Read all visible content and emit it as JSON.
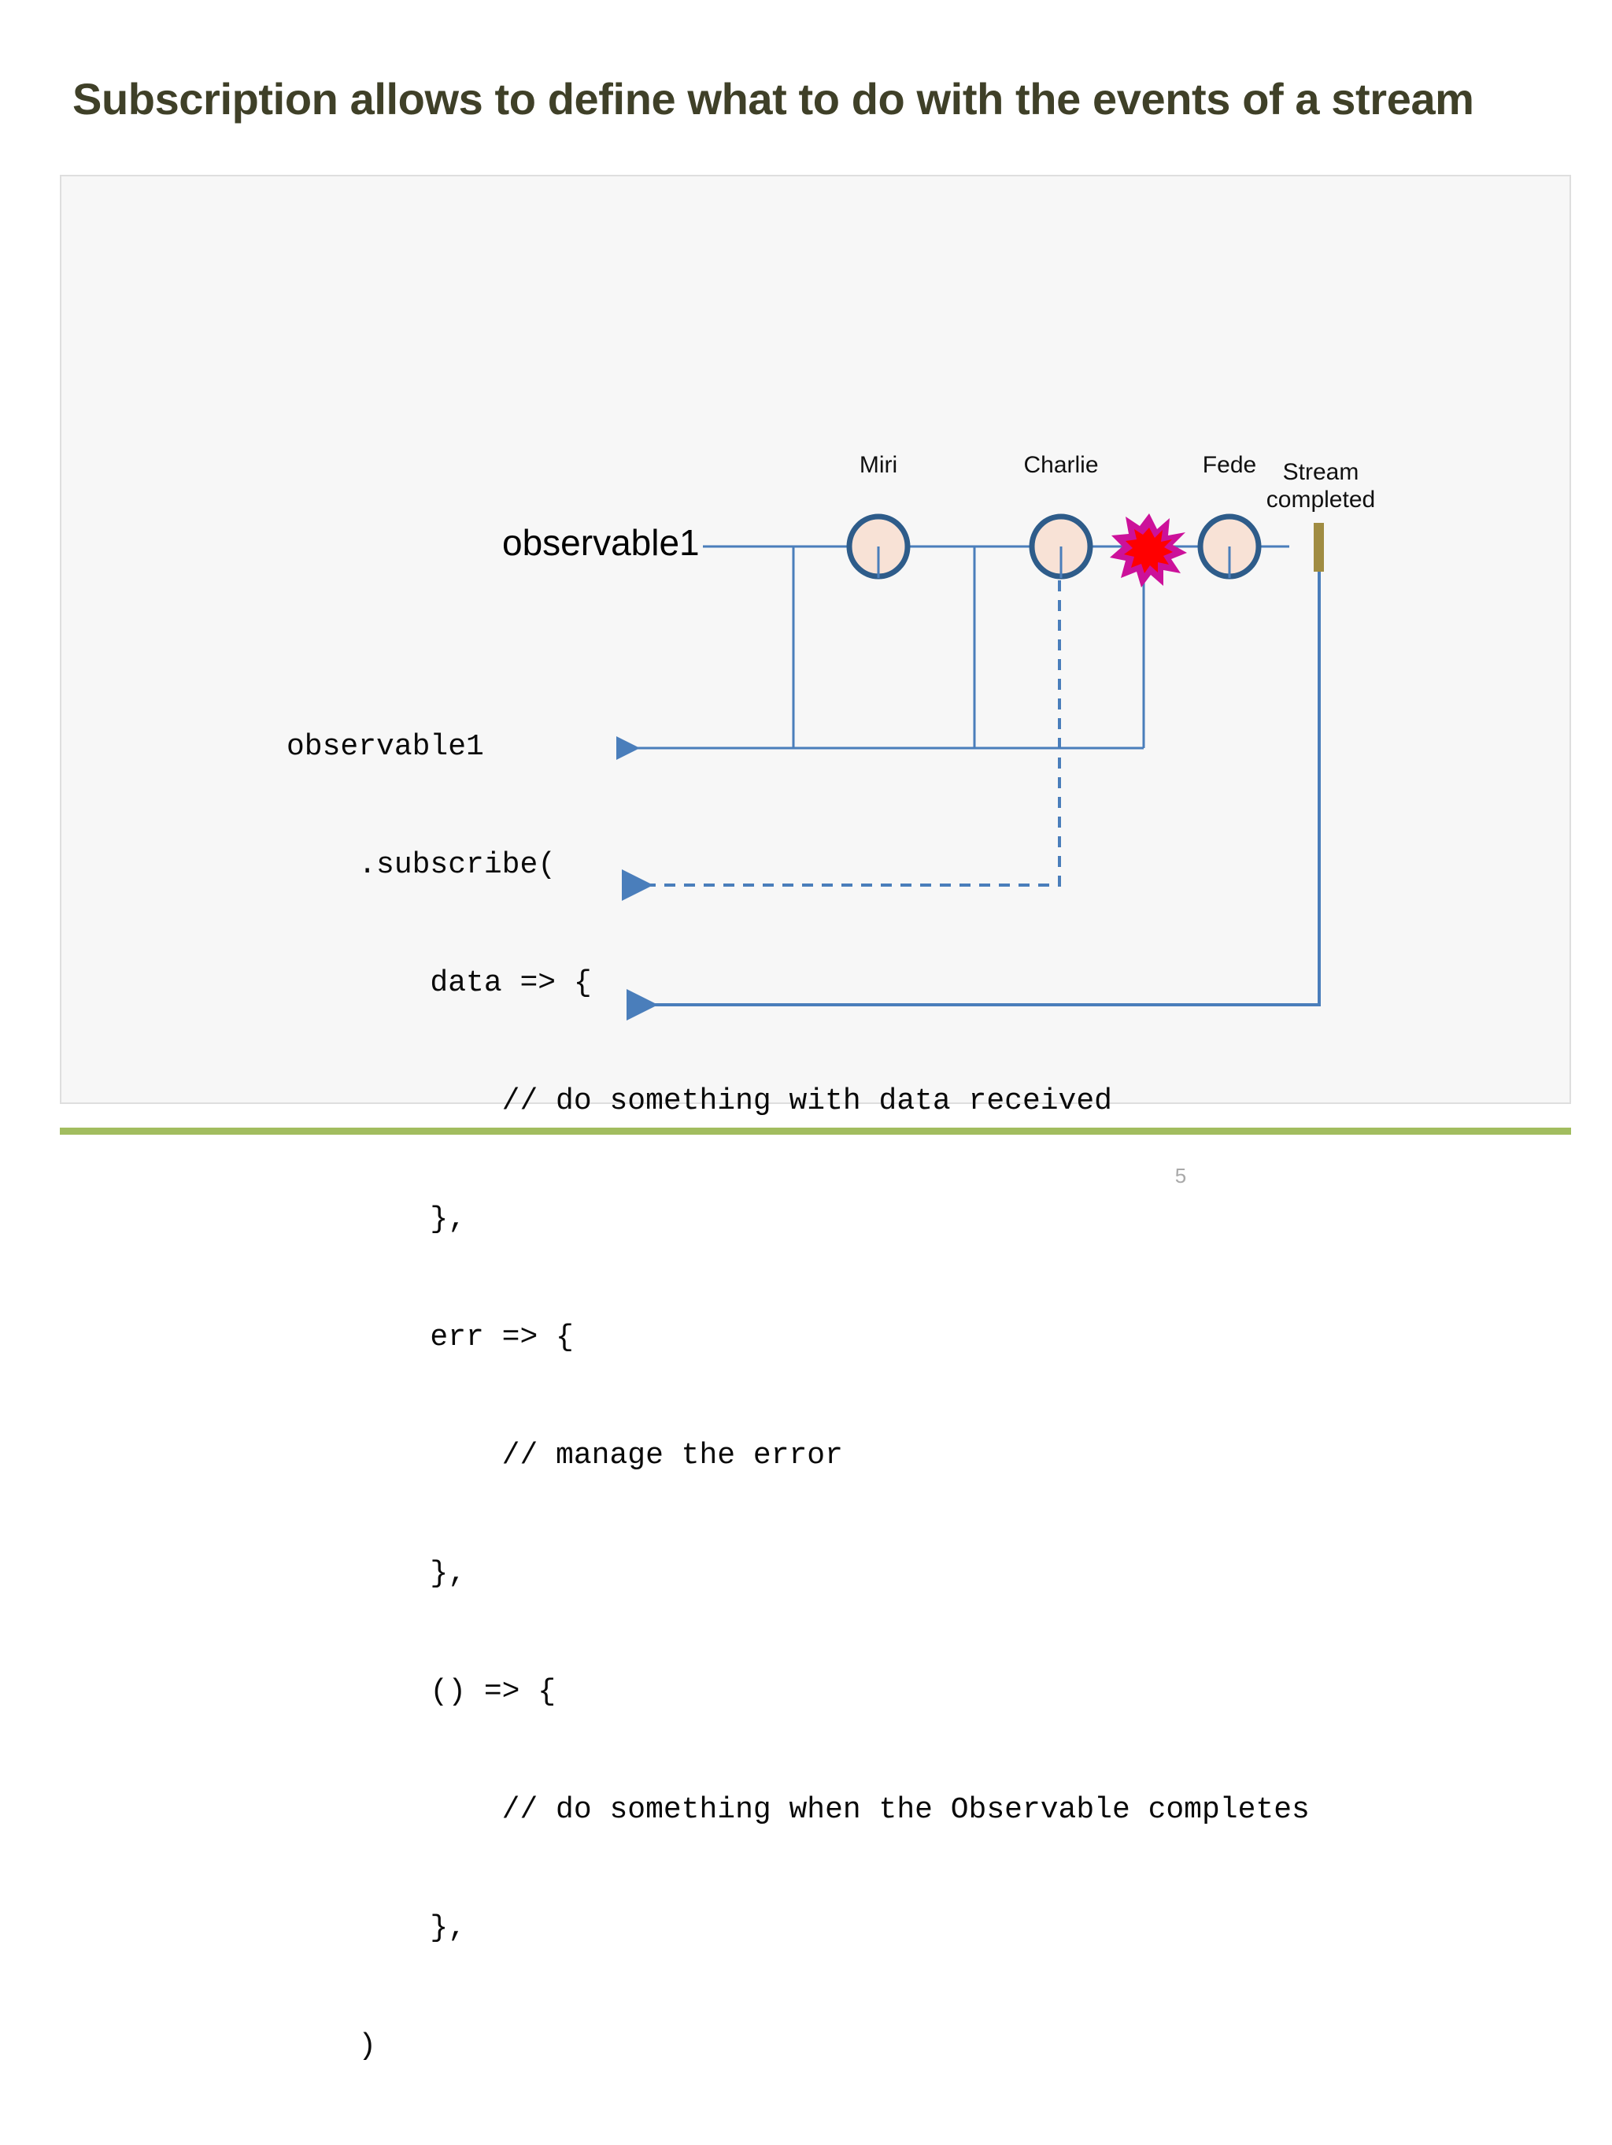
{
  "slide": {
    "title": "Subscription allows to define what to do with the events of a stream",
    "page_number": "5",
    "title_color": "#3F4028",
    "footer_rule_color": "#A2BD5F",
    "panel_background": "#F7F7F7",
    "panel_border_color": "#DEDEDE"
  },
  "diagram": {
    "stream_name": "observable1",
    "timeline_color": "#4A7EBB",
    "marble_fill": "#F8E2D6",
    "marble_stroke": "#2E5C8A",
    "error_outer_color": "#CC119A",
    "error_inner_color": "#FF0000",
    "completion_bar_color": "#A08C42",
    "events": [
      {
        "label": "Miri",
        "type": "next"
      },
      {
        "label": "Charlie",
        "type": "next"
      },
      {
        "label": "",
        "type": "error"
      },
      {
        "label": "Fede",
        "type": "next"
      }
    ],
    "completion": {
      "line1": "Stream",
      "line2": "completed"
    }
  },
  "code": {
    "lines": [
      "observable1",
      "    .subscribe(",
      "        data => {",
      "            // do something with data received",
      "        },",
      "        err => {",
      "            // manage the error",
      "        },",
      "        () => {",
      "            // do something when the Observable completes",
      "        },",
      "    )"
    ]
  }
}
